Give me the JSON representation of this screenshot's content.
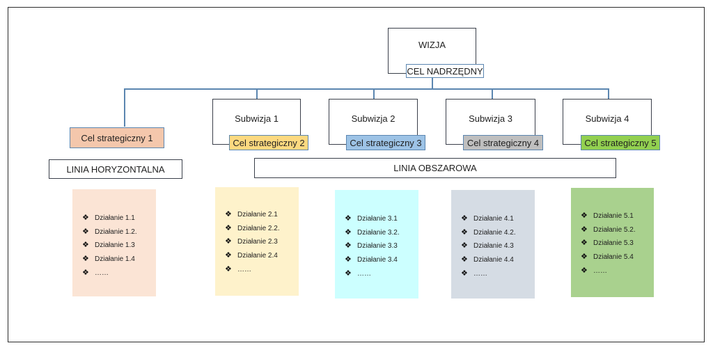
{
  "wizja": "WIZJA",
  "cel_nadrzedny": "CEL NADRZĘDNY",
  "subwizje": [
    "Subwizja 1",
    "Subwizja 2",
    "Subwizja 3",
    "Subwizja 4"
  ],
  "cele": [
    {
      "label": "Cel strategiczny 1",
      "color": "#f4c7ac"
    },
    {
      "label": "Cel strategiczny 2",
      "color": "#fdd980"
    },
    {
      "label": "Cel strategiczny 3",
      "color": "#9dc3e6"
    },
    {
      "label": "Cel strategiczny 4",
      "color": "#bfbfbf"
    },
    {
      "label": "Cel strategiczny 5",
      "color": "#92d050"
    }
  ],
  "linia_horyzontalna": "LINIA HORYZONTALNA",
  "linia_obszarowa": "LINIA OBSZAROWA",
  "groups": [
    {
      "color": "#fbe4d5",
      "items": [
        "Działanie 1.1",
        "Działanie 1.2.",
        "Działanie 1.3",
        "Działanie 1.4",
        "……"
      ]
    },
    {
      "color": "#fef2cb",
      "items": [
        "Działanie 2.1",
        "Działanie 2.2.",
        "Działanie 2.3",
        "Działanie 2.4",
        "……"
      ]
    },
    {
      "color": "#ccffff",
      "items": [
        "Działanie 3.1",
        "Działanie 3.2.",
        "Działanie 3.3",
        "Działanie 3.4",
        "……"
      ]
    },
    {
      "color": "#d5dce4",
      "items": [
        "Działanie 4.1",
        "Działanie 4.2.",
        "Działanie 4.3",
        "Działanie 4.4",
        "……"
      ]
    },
    {
      "color": "#a9d18e",
      "items": [
        "Działanie 5.1",
        "Działanie 5.2.",
        "Działanie 5.3",
        "Działanie 5.4",
        "……"
      ]
    }
  ],
  "bullet": "❖"
}
